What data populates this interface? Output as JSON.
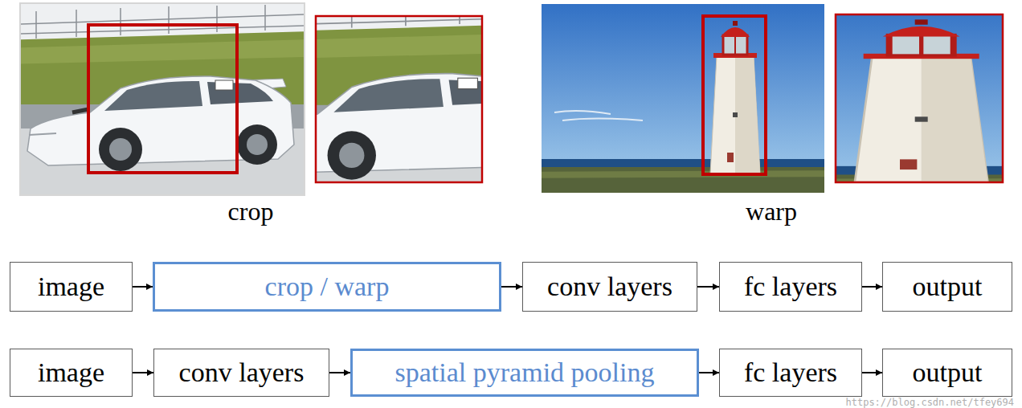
{
  "diagram": {
    "nodes": [
      {
        "text": [
          "image"
        ]
      },
      {
        "text": [
          "crop / warp"
        ]
      },
      {
        "text": [
          "conv layers"
        ]
      },
      {
        "text": [
          "fc layers"
        ]
      },
      {
        "text": [
          "output"
        ]
      },
      {
        "text": [
          "image"
        ]
      },
      {
        "text": [
          "conv layers"
        ]
      },
      {
        "text": [
          "spatial pyramid pooling"
        ]
      },
      {
        "text": [
          "fc layers"
        ]
      },
      {
        "text": [
          "output"
        ]
      }
    ],
    "edges": [
      {
        "from": 0,
        "to": 1,
        "arrow": "to"
      },
      {
        "from": 1,
        "to": 2,
        "arrow": "to"
      },
      {
        "from": 2,
        "to": 3,
        "arrow": "to"
      },
      {
        "from": 3,
        "to": 4,
        "arrow": "to"
      },
      {
        "from": 5,
        "to": 6,
        "arrow": "to"
      },
      {
        "from": 6,
        "to": 7,
        "arrow": "to"
      },
      {
        "from": 7,
        "to": 8,
        "arrow": "to"
      },
      {
        "from": 8,
        "to": 9,
        "arrow": "to"
      }
    ],
    "labels": [
      "crop",
      "warp",
      "https://blog.csdn.net/tfey694"
    ]
  }
}
